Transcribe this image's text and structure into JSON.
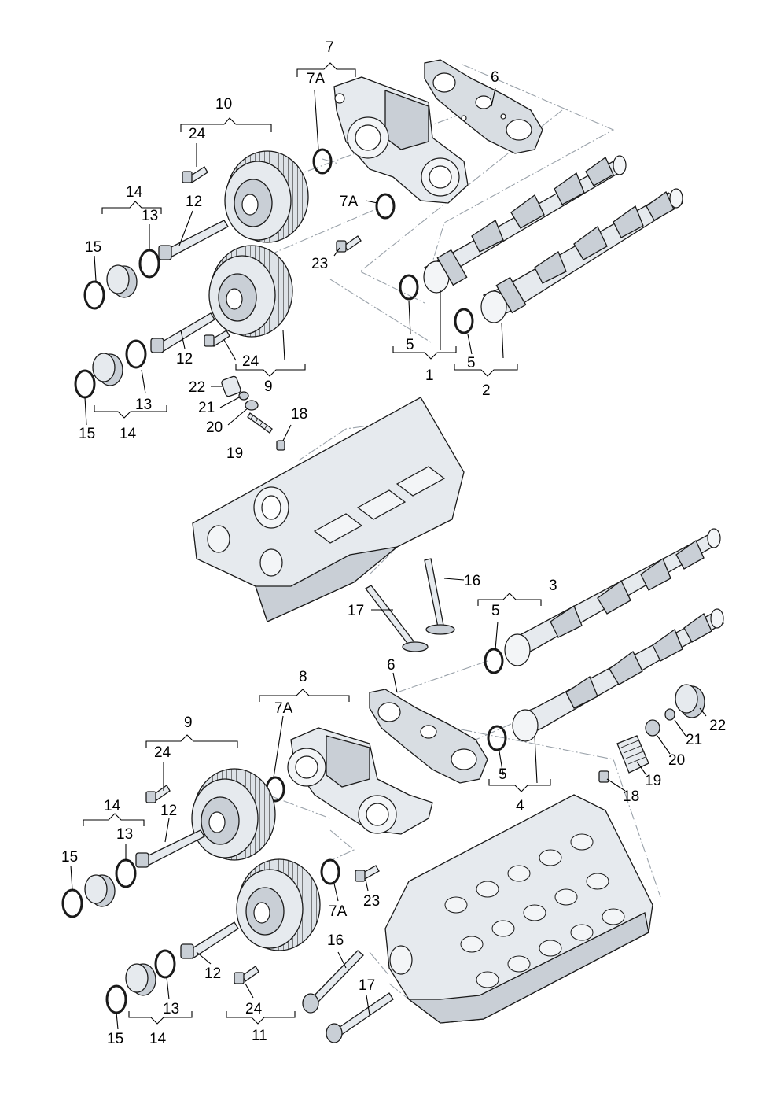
{
  "callouts": {
    "c1": "1",
    "c2": "2",
    "c3": "3",
    "c4": "4",
    "c5a": "5",
    "c5b": "5",
    "c5c": "5",
    "c5d": "5",
    "c6a": "6",
    "c6b": "6",
    "c7": "7",
    "c7a1": "7A",
    "c7a2": "7A",
    "c7a3": "7A",
    "c7a4": "7A",
    "c8": "8",
    "c9a": "9",
    "c9b": "9",
    "c10": "10",
    "c11": "11",
    "c12a": "12",
    "c12b": "12",
    "c12c": "12",
    "c12d": "12",
    "c13a": "13",
    "c13b": "13",
    "c13c": "13",
    "c13d": "13",
    "c14a": "14",
    "c14b": "14",
    "c14c": "14",
    "c14d": "14",
    "c15a": "15",
    "c15b": "15",
    "c15c": "15",
    "c15d": "15",
    "c16a": "16",
    "c16b": "16",
    "c17a": "17",
    "c17b": "17",
    "c18a": "18",
    "c18b": "18",
    "c19a": "19",
    "c19b": "19",
    "c20a": "20",
    "c20b": "20",
    "c21a": "21",
    "c21b": "21",
    "c22a": "22",
    "c22b": "22",
    "c23a": "23",
    "c23b": "23",
    "c24a": "24",
    "c24b": "24",
    "c24c": "24",
    "c24d": "24"
  },
  "colors": {
    "line": "#000000",
    "dash_line": "#9aa2aa",
    "metal": "#e6eaee",
    "metal_shadow": "#c9cfd6"
  }
}
